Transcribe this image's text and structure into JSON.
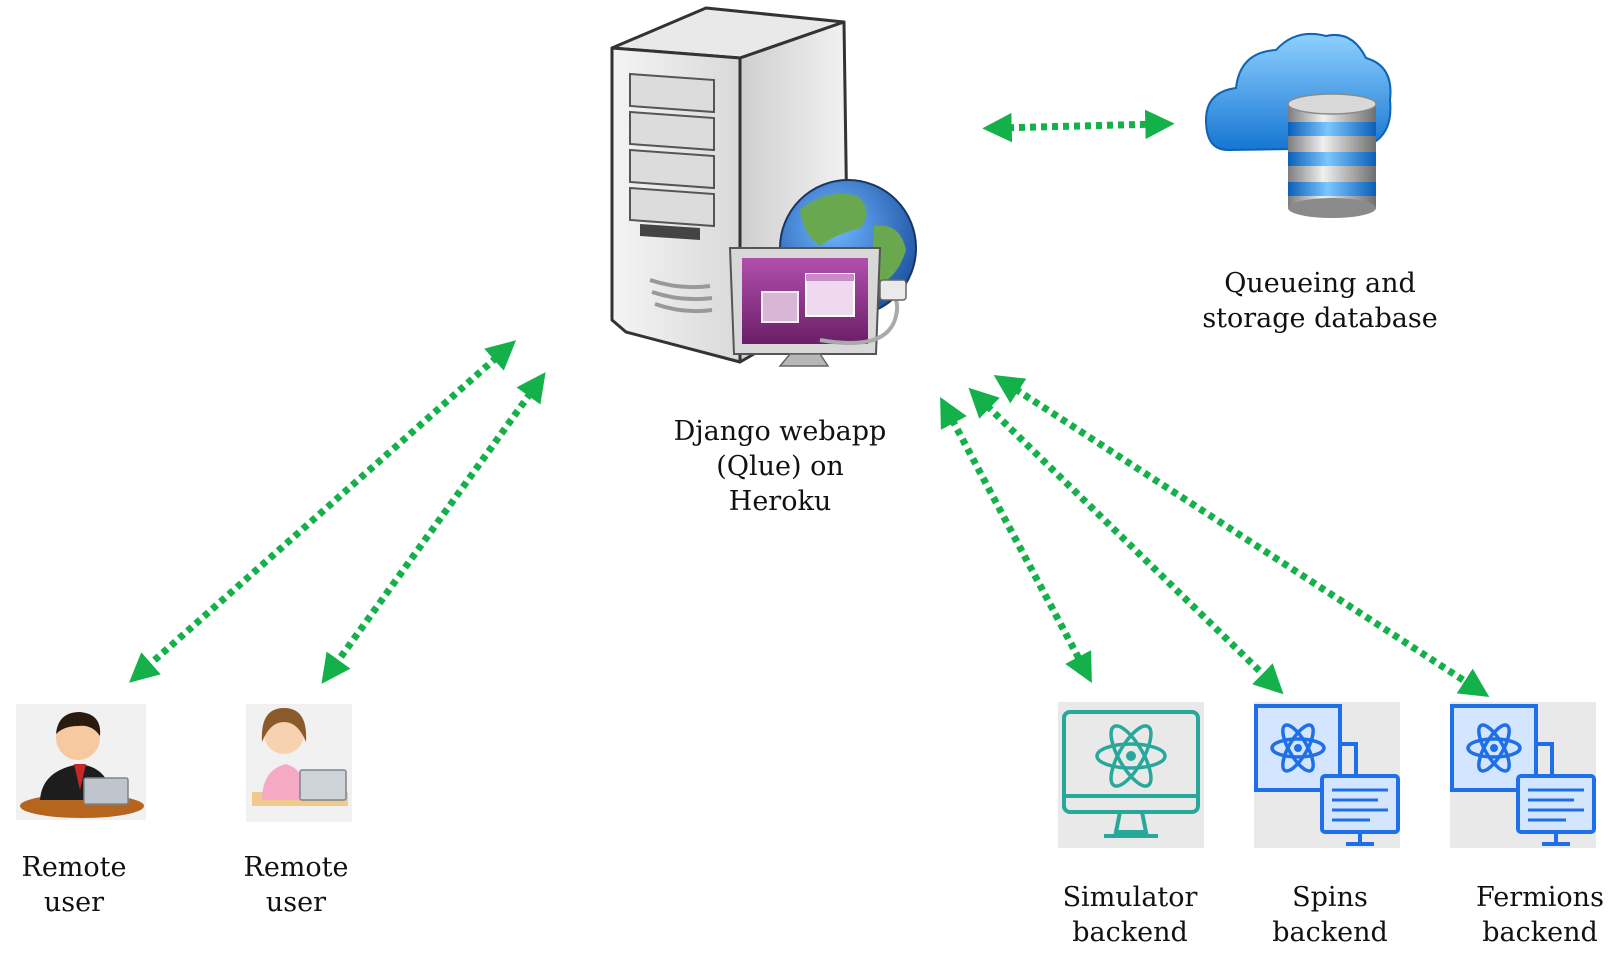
{
  "colors": {
    "arrow": "#14b04a",
    "server_body": "#e4e4e4",
    "monitor": "#8b2f86",
    "globe_land": "#6aa84f",
    "globe_sea": "#2a6fc9",
    "db_blue": "#1e88e5",
    "backend_teal": "#27a89a",
    "backend_blue": "#1f6fe8"
  },
  "icons": [
    "server-icon",
    "web-app-icon",
    "globe-icon",
    "cloud-database-icon",
    "user-icon",
    "monitor-atom-icon",
    "backend-atom-icon"
  ],
  "nodes": {
    "server": {
      "line1": "Django webapp",
      "line2": "(Qlue) on",
      "line3": "Heroku"
    },
    "database": {
      "line1": "Queueing and",
      "line2": "storage database"
    },
    "user1": {
      "line1": "Remote",
      "line2": "user"
    },
    "user2": {
      "line1": "Remote",
      "line2": "user"
    },
    "simulator": {
      "line1": "Simulator",
      "line2": "backend"
    },
    "spins": {
      "line1": "Spins",
      "line2": "backend"
    },
    "fermions": {
      "line1": "Fermions",
      "line2": "backend"
    }
  }
}
